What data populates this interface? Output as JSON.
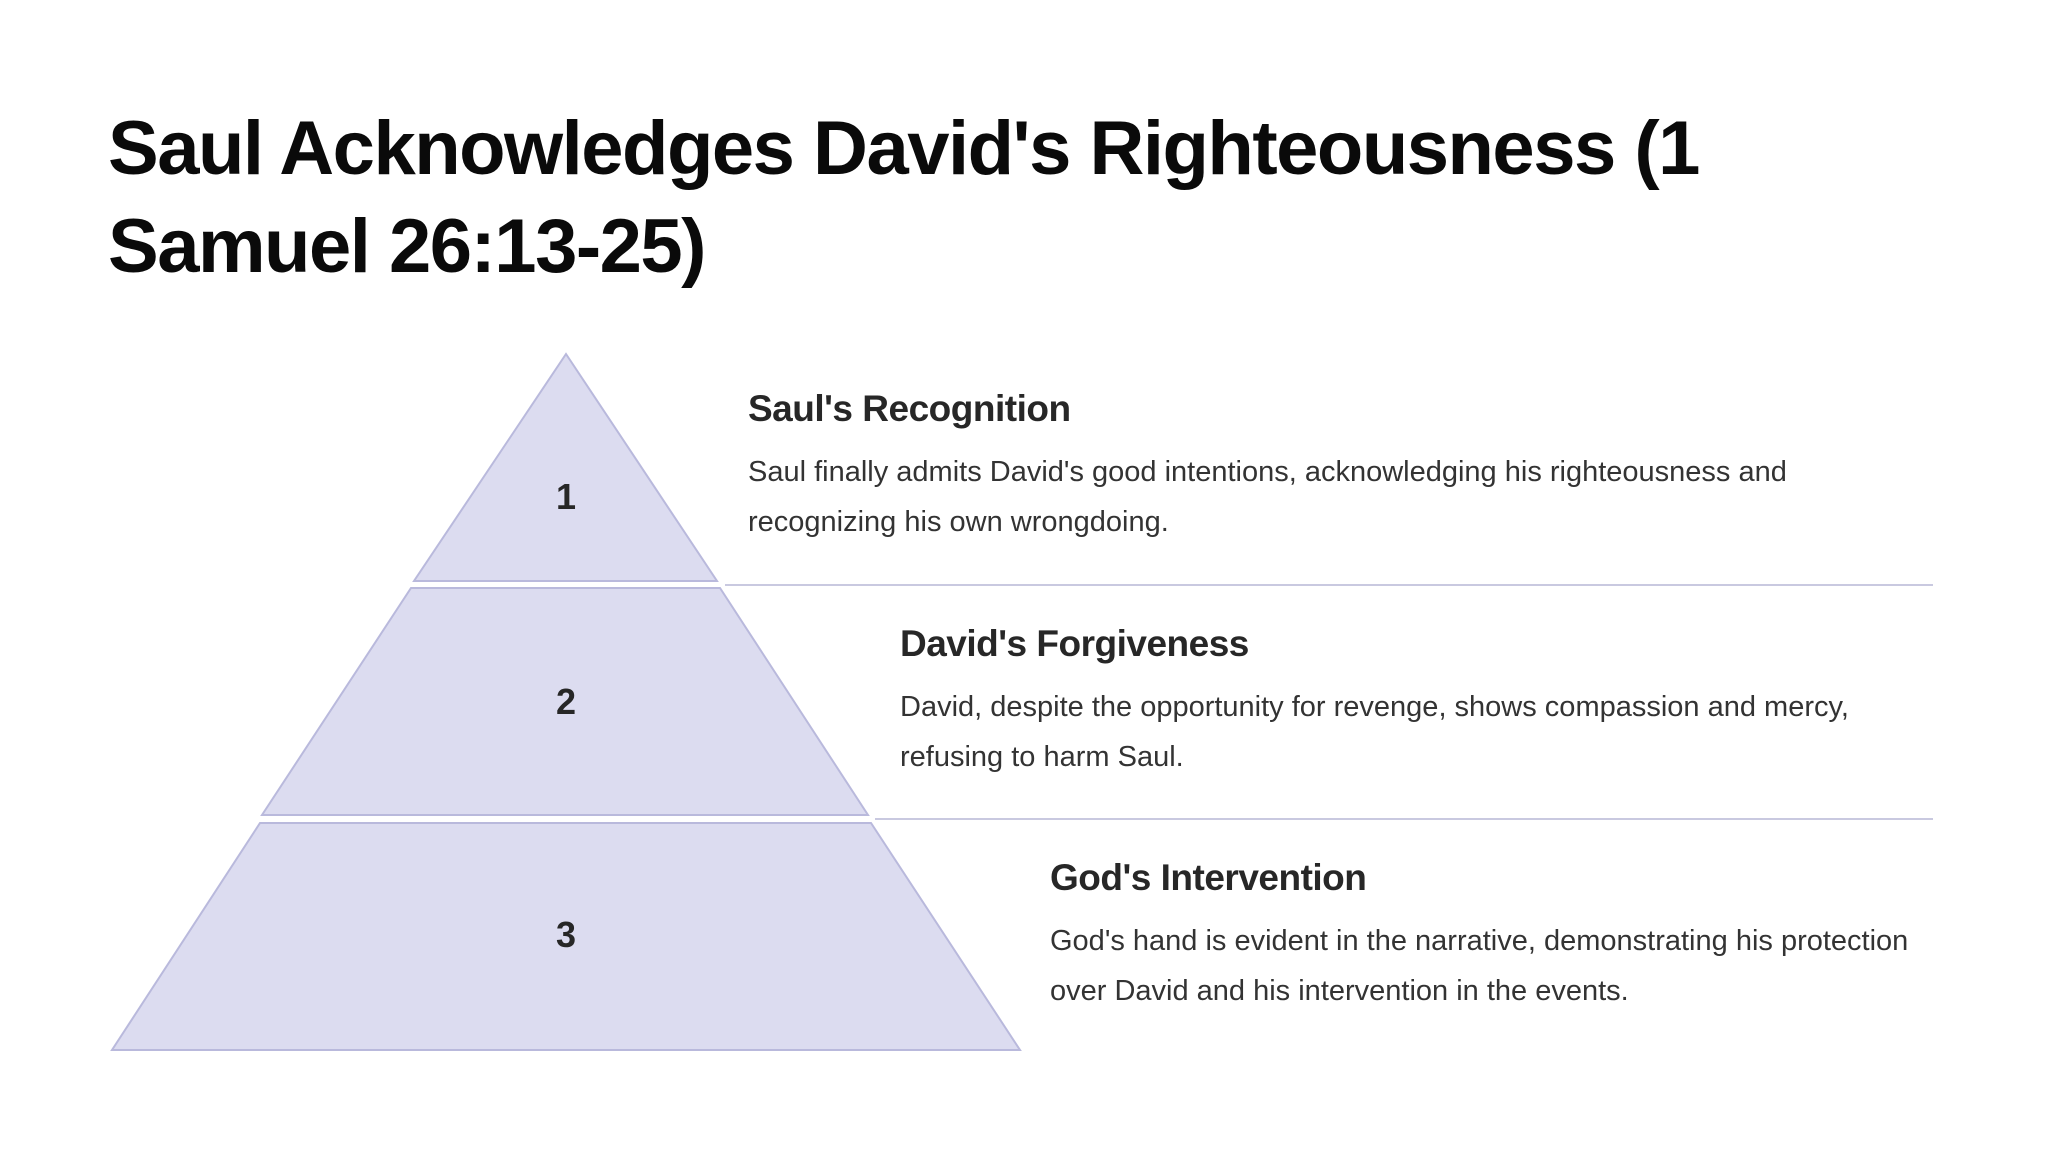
{
  "title": "Saul Acknowledges David's Righteousness (1 Samuel 26:13-25)",
  "colors": {
    "tier_fill": "#dcdcf0",
    "tier_stroke": "#b9b9dc",
    "text": "#272727"
  },
  "tiers": [
    {
      "number": "1",
      "heading": "Saul's Recognition",
      "text": "Saul finally admits David's good intentions, acknowledging his righteousness and recognizing his own wrongdoing."
    },
    {
      "number": "2",
      "heading": "David's Forgiveness",
      "text": "David, despite the opportunity for revenge, shows compassion and mercy, refusing to harm Saul."
    },
    {
      "number": "3",
      "heading": "God's Intervention",
      "text": "God's hand is evident in the narrative, demonstrating his protection over David and his intervention in the events."
    }
  ]
}
